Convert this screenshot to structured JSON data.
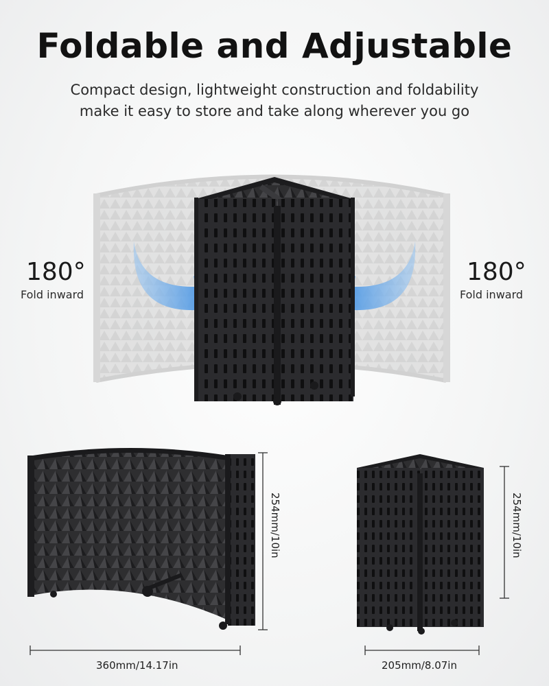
{
  "header": {
    "title": "Foldable and Adjustable",
    "subtitle_line1": "Compact design, lightweight construction and foldability",
    "subtitle_line2": "make it easy to store and take along wherever you go"
  },
  "fold_left": {
    "angle": "180°",
    "label": "Fold inward"
  },
  "fold_right": {
    "angle": "180°",
    "label": "Fold inward"
  },
  "open_dimensions": {
    "height": "254mm/10in",
    "width": "360mm/14.17in"
  },
  "folded_dimensions": {
    "height": "254mm/10in",
    "width": "205mm/8.07in"
  },
  "colors": {
    "panel": "#2a2a2d",
    "foam": "#3a3a3c",
    "arrow": "#3d8fe0",
    "ghost": "#cfcfcf"
  }
}
